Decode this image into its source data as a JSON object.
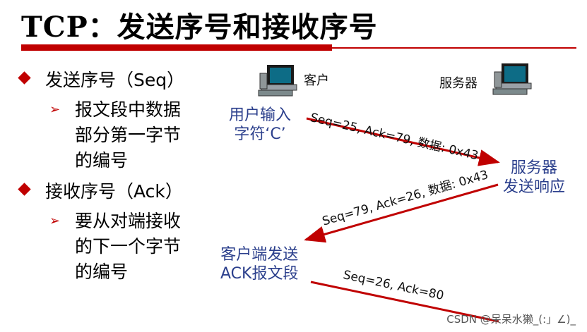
{
  "title": "TCP：发送序号和接收序号",
  "bullets": [
    {
      "label": "发送序号（Seq）",
      "sub": [
        "报文段中数据",
        "部分第一字节",
        "的编号"
      ]
    },
    {
      "label": "接收序号（Ack）",
      "sub": [
        "要从对端接收",
        "的下一个字节",
        "的编号"
      ]
    }
  ],
  "client_label": "客户",
  "server_label": "服务器",
  "steps": [
    {
      "text": [
        "用户输入",
        "字符‘C’"
      ]
    },
    {
      "text": [
        "服务器",
        "发送响应"
      ]
    },
    {
      "text": [
        "客户端发送",
        "ACK报文段"
      ]
    }
  ],
  "messages": [
    "Seq=25, Ack=79, 数据: 0x43",
    "Seq=79, Ack=26, 数据: 0x43",
    "Seq=26, Ack=80"
  ],
  "watermark": "CSDN @呆呆水獭_(:」∠)_",
  "colors": {
    "accent": "#c00000",
    "label_blue": "#2b3f8c"
  }
}
